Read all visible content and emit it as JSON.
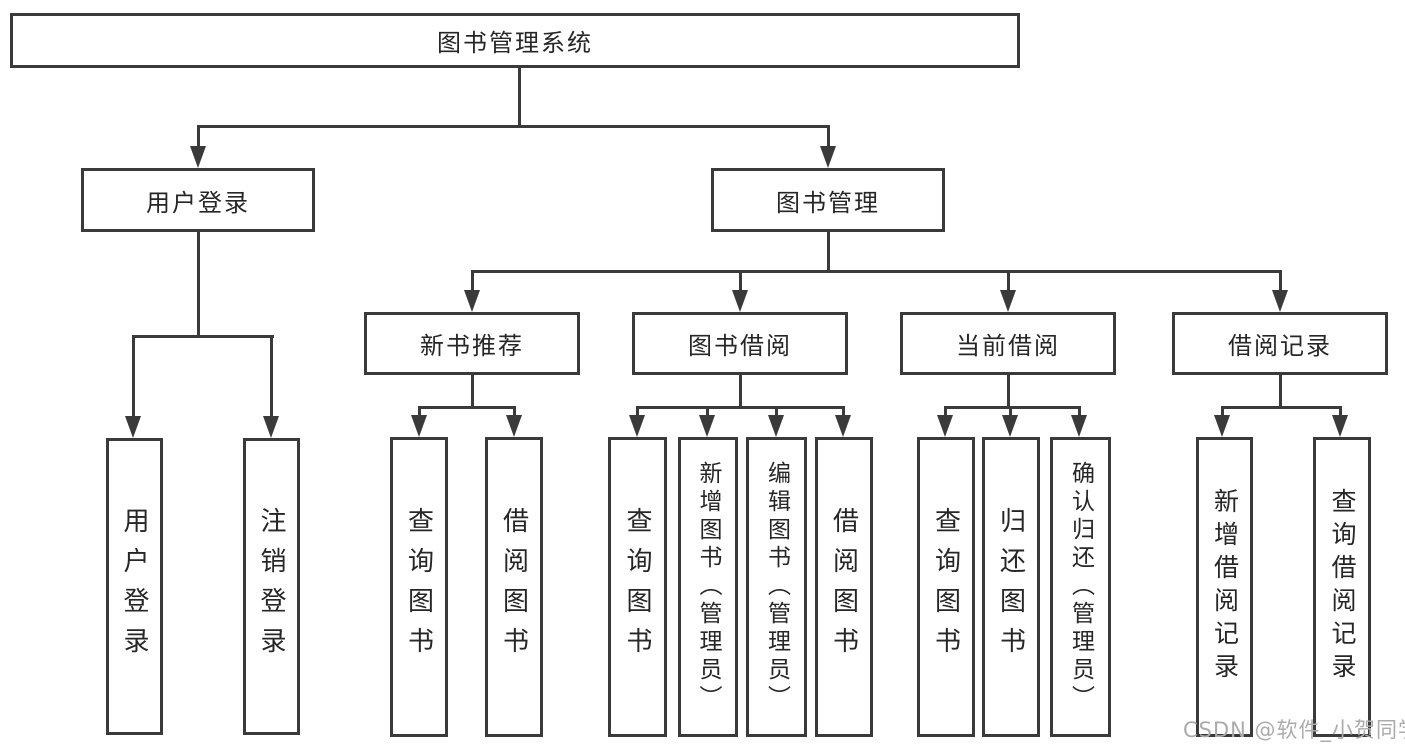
{
  "nodes": {
    "root": "图书管理系统",
    "user_login": "用户登录",
    "book_mgmt": "图书管理",
    "login": "用户登录",
    "logout": "注销登录",
    "new_book": "新书推荐",
    "book_borrow": "图书借阅",
    "current_borrow": "当前借阅",
    "borrow_record": "借阅记录",
    "nb_query": "查询图书",
    "nb_borrow": "借阅图书",
    "bb_query": "查询图书",
    "bb_add": "新增图书（管理员）",
    "bb_edit": "编辑图书（管理员）",
    "bb_borrow": "借阅图书",
    "cb_query": "查询图书",
    "cb_return": "归还图书",
    "cb_confirm": "确认归还（管理员）",
    "br_add": "新增借阅记录",
    "br_query": "查询借阅记录"
  },
  "watermark": "CSDN @软件_小贺同学",
  "colors": {
    "line": "#3a3a3a",
    "text": "#262626",
    "background": "#ffffff",
    "watermark": "#ababab"
  }
}
